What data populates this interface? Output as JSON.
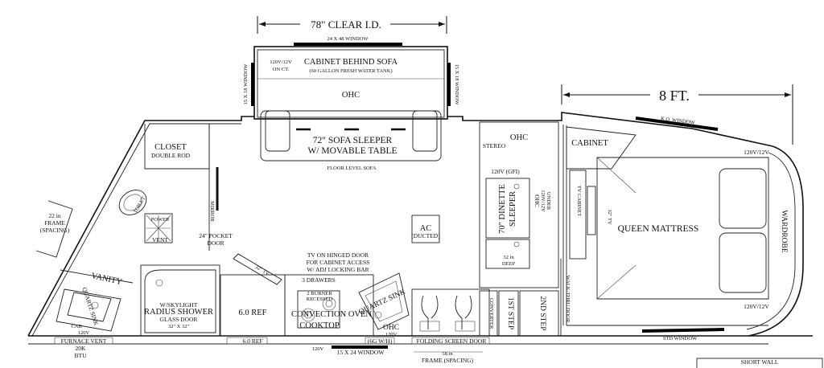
{
  "dimensions": {
    "width_78": "78\" CLEAR I.D.",
    "length_8ft": "8 FT."
  },
  "windows": {
    "top": "24 X 48 WINDOW",
    "left_upright": "15 X 18 WINDOW",
    "right_upright": "15 X 18 WINDOW",
    "ko": "K.O. WINDOW",
    "std": "STD WINDOW",
    "bottom": "15 X 24 WINDOW"
  },
  "slide": {
    "outlet_line1": "120V/12V",
    "outlet_line2": "ON CT.",
    "cabinet_title": "CABINET BEHIND SOFA",
    "cabinet_sub": "(60 GALLON FRESH WATER TANK)",
    "ohc": "OHC",
    "sofa_line1": "72\" SOFA SLEEPER",
    "sofa_line2": "W/ MOVABLE TABLE",
    "floor_level": "FLOOR LEVEL SOFA"
  },
  "left_area": {
    "closet": "CLOSET",
    "double_rod": "DOUBLE ROD",
    "mirror": "MIRROR",
    "pocket_door_1": "24\" POCKET",
    "pocket_door_2": "DOOR",
    "toilet_label": "TOILET",
    "power_vent_1": "POWER",
    "power_vent_2": "VENT",
    "frame_1": "22 in",
    "frame_2": "FRAME",
    "frame_3": "(SPACING)",
    "vanity": "VANITY",
    "quartz_sink": "QUARTZ SINK",
    "cab": "CAB",
    "v120_left": "120V",
    "furnace_vent": "FURNACE VENT",
    "furnace_btu_1": "20K",
    "furnace_btu_2": "BTU",
    "shower_1": "W/SKYLIGHT",
    "shower_2": "RADIUS SHOWER",
    "shower_3": "GLASS DOOR",
    "shower_4": "32\" X 32\""
  },
  "center": {
    "ac_1": "AC",
    "ac_2": "(DUCTED)",
    "ref": "6.0 REF",
    "ref_bottom": "6.0 REF",
    "tv": "32\" TV",
    "tv_note_1": "TV ON HINGED DOOR",
    "tv_note_2": "FOR CABINET ACCESS",
    "tv_note_3": "W/ ADJ LOCKING BAR",
    "drawers": "3 DRAWERS",
    "burner_1": "2 BURNER",
    "burner_2": "RECESSED",
    "convection": "CONVECTION OVEN",
    "cooktop": "COOKTOP",
    "quartz_sink_2": "QUARTZ SINK",
    "ohc_bottom": "OHC",
    "v120_bottom": "120V",
    "v120_bottom2": "120V",
    "water_heater": "(6G W/H)",
    "screen_door": "FOLDING SCREEN DOOR",
    "frame_1": "58 in",
    "frame_2": "FRAME (SPACING)"
  },
  "dinette": {
    "ohc": "OHC",
    "stereo": "STEREO",
    "outlet_gfi": "120V (GFI)",
    "dinette_1": "70\" DINETTE",
    "dinette_2": "SLEEPER",
    "ohc_under_1": "OHC",
    "ohc_under_2": "120V/12V",
    "ohc_under_3": "UNDER",
    "deep_1": "32 in",
    "deep_2": "DEEP",
    "converter": "CONVERTER",
    "step_1": "1ST STEP",
    "step_2": "2ND STEP",
    "door": "WALK-THRU DOOR"
  },
  "bedroom": {
    "cabinet": "CABINET",
    "tv_cabinet": "TV CABINET",
    "tv": "32\" TV",
    "outlet_top": "120V/12V",
    "mattress": "QUEEN MATTRESS",
    "wardrobe": "WARDROBE",
    "outlet_bottom": "120V/12V"
  },
  "title_block": {
    "short_wall": "SHORT WALL"
  }
}
